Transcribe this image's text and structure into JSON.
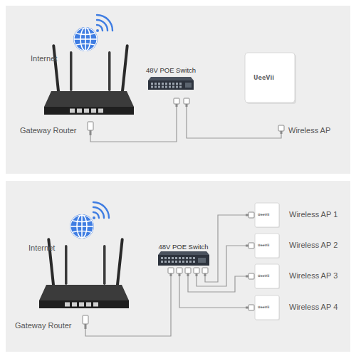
{
  "diagram": {
    "nodes": [
      {
        "text": [
          "Internet"
        ]
      },
      {
        "text": [
          "Gateway Router"
        ]
      },
      {
        "text": [
          "48V POE Switch"
        ]
      },
      {
        "text": [
          "UeeVii",
          "Wireless AP"
        ]
      },
      {
        "text": [
          "Internet"
        ]
      },
      {
        "text": [
          "Gateway Router"
        ]
      },
      {
        "text": [
          "48V POE Switch"
        ]
      },
      {
        "text": [
          "UeeVii",
          "Wireless AP 1"
        ]
      },
      {
        "text": [
          "UeeVii",
          "Wireless AP 2"
        ]
      },
      {
        "text": [
          "UeeVii",
          "Wireless AP 3"
        ]
      },
      {
        "text": [
          "UeeVii",
          "Wireless AP 4"
        ]
      }
    ],
    "edges": [
      {
        "from": 1,
        "to": 2,
        "arrow": "none"
      },
      {
        "from": 2,
        "to": 3,
        "arrow": "none"
      },
      {
        "from": 5,
        "to": 6,
        "arrow": "none"
      },
      {
        "from": 6,
        "to": 7,
        "arrow": "none"
      },
      {
        "from": 6,
        "to": 8,
        "arrow": "none"
      },
      {
        "from": 6,
        "to": 9,
        "arrow": "none"
      },
      {
        "from": 6,
        "to": 10,
        "arrow": "none"
      }
    ]
  }
}
